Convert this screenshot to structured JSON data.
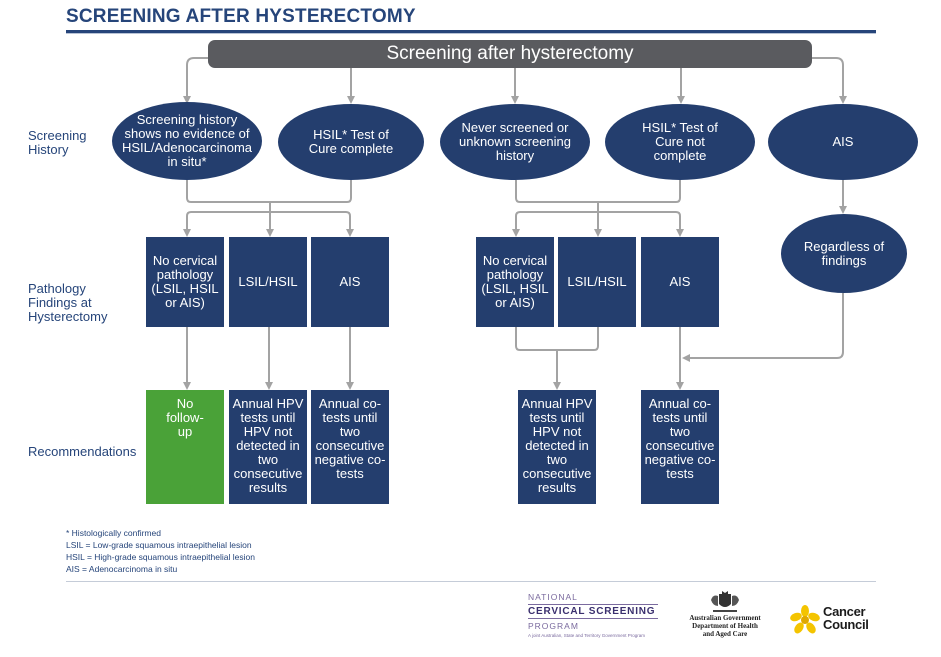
{
  "title": "SCREENING AFTER HYSTERECTOMY",
  "top_bar": "Screening after hysterectomy",
  "row_labels": {
    "history": "Screening History",
    "pathology": "Pathology Findings at Hysterectomy",
    "recommendations": "Recommendations"
  },
  "history_ovals": {
    "no_evidence": "Screening history shows no evidence of HSIL/Adenocarcinoma in situ*",
    "hsil_complete": "HSIL* Test of Cure complete",
    "never_screened": "Never screened or unknown screening history",
    "hsil_not_complete": "HSIL* Test of Cure not complete",
    "ais": "AIS"
  },
  "regardless": "Regardless of findings",
  "pathology_boxes": {
    "left_none": "No cervical pathology (LSIL, HSIL or AIS)",
    "left_lsil": "LSIL/HSIL",
    "left_ais": "AIS",
    "right_none": "No cervical pathology (LSIL, HSIL or AIS)",
    "right_lsil": "LSIL/HSIL",
    "right_ais": "AIS"
  },
  "recommendation_boxes": {
    "no_followup": "No follow-up",
    "annual_hpv_left": "Annual HPV tests until HPV not detected in two consecutive results",
    "annual_cotest_left": "Annual co-tests until two consecutive negative co-tests",
    "annual_hpv_right": "Annual HPV tests until HPV not detected in two consecutive results",
    "annual_cotest_right": "Annual co-tests until two consecutive negative co-tests"
  },
  "footnotes": [
    "* Histologically confirmed",
    "LSIL = Low-grade squamous intraepithelial lesion",
    "HSIL = High-grade squamous intraepithelial lesion",
    "AIS = Adenocarcinoma in situ"
  ],
  "logos": {
    "ncsp_line1": "NATIONAL",
    "ncsp_line2": "CERVICAL SCREENING",
    "ncsp_line3": "PROGRAM",
    "ncsp_line4": "A joint Australian, State and Territory Government Program",
    "gov_line1": "Australian Government",
    "gov_line2": "Department of Health",
    "gov_line3": "and Aged Care",
    "cc_line1": "Cancer",
    "cc_line2": "Council"
  },
  "colors": {
    "navy": "#243e6e",
    "green": "#4aa238",
    "bar_gray": "#5a5b5f",
    "connector_gray": "#a3a3a3"
  }
}
